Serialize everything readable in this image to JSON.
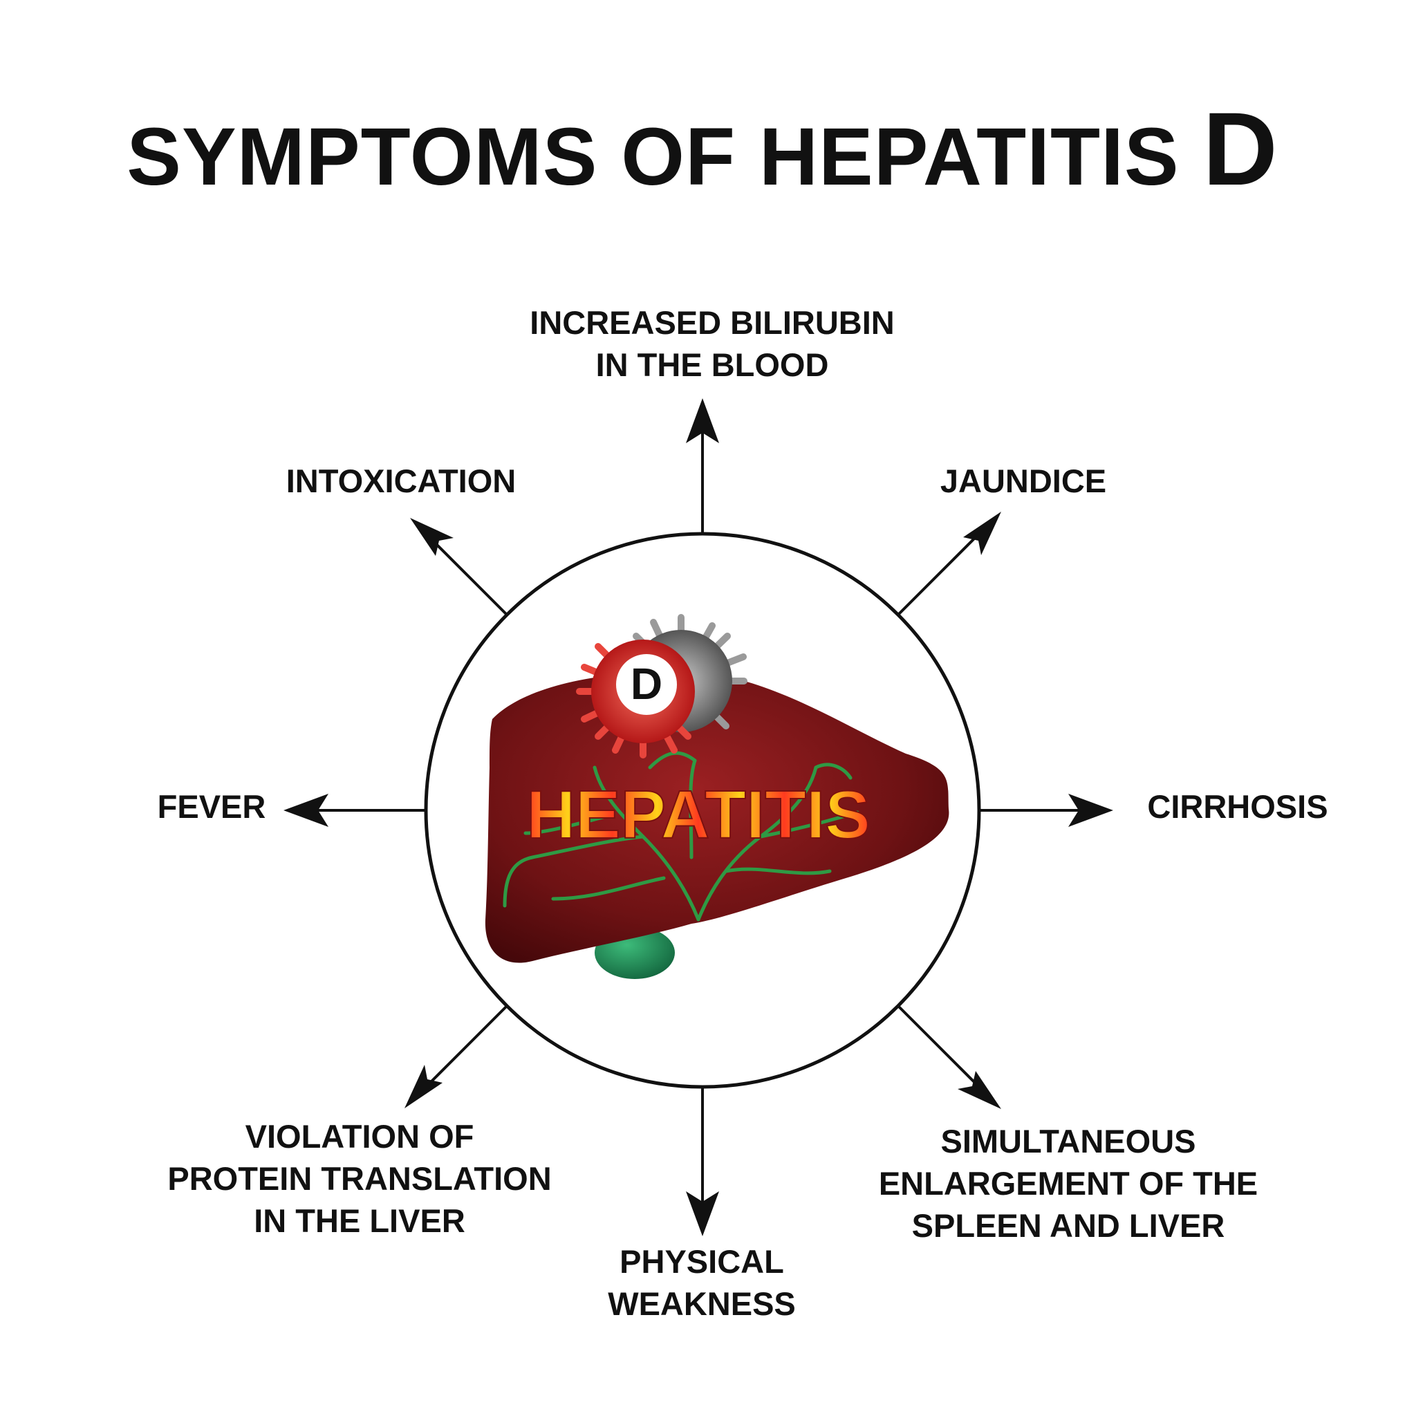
{
  "title": {
    "main": "SYMPTOMS OF HEPATITIS",
    "letter": "D"
  },
  "center": {
    "organ_label": "HEPATITIS",
    "virus_badge": "D"
  },
  "symptoms": {
    "top": [
      "INCREASED BILIRUBIN",
      "IN THE BLOOD"
    ],
    "top_left": [
      "INTOXICATION"
    ],
    "top_right": [
      "JAUNDICE"
    ],
    "left": [
      "FEVER"
    ],
    "right": [
      "CIRRHOSIS"
    ],
    "bottom_left": [
      "VIOLATION OF",
      "PROTEIN TRANSLATION",
      "IN THE LIVER"
    ],
    "bottom": [
      "PHYSICAL",
      "WEAKNESS"
    ],
    "bottom_right": [
      "SIMULTANEOUS",
      "ENLARGEMENT OF THE",
      "SPLEEN AND LIVER"
    ]
  },
  "colors": {
    "liver": "#7a1416",
    "gallbladder": "#1f8a55",
    "bile_ducts": "#2e8b3a",
    "virus_red": "#d42a2a",
    "virus_gray": "#8a8a8a",
    "outline": "#111111"
  }
}
